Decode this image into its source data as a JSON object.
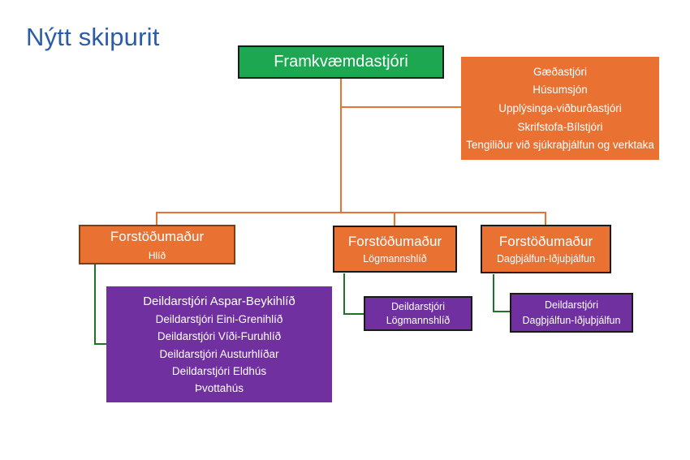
{
  "slide": {
    "title": "Nýtt skipurit"
  },
  "colors": {
    "title_text": "#2B5CA5",
    "box_green": "#1CA750",
    "box_orange": "#E97132",
    "box_purple": "#7030A0",
    "connector_orange": "#E97132",
    "connector_green": "#1E7328",
    "border_black": "#1A1A1A",
    "border_dark_orange": "#843C0C",
    "text_white": "#FFFFFF"
  },
  "org": {
    "ceo": {
      "label": "Framkvæmdastjóri"
    },
    "staff": {
      "items": [
        "Gæðastjóri",
        "Húsumsjón",
        "Upplýsinga-viðburðastjóri",
        "Skrifstofa-Bílstjóri",
        "Tengiliður við sjúkraþjálfun og verktaka"
      ]
    },
    "directors": [
      {
        "title": "Forstöðumaður",
        "unit": "Hlíð"
      },
      {
        "title": "Forstöðumaður",
        "unit": "Lögmannshlíð"
      },
      {
        "title": "Forstöðumaður",
        "unit": "Dagþjálfun-Iðjuþjálfun"
      }
    ],
    "departments": [
      {
        "lines": [
          "Deildarstjóri Aspar-Beykihlíð",
          "Deildarstjóri Eini-Grenihlíð",
          "Deildarstjóri Víði-Furuhlíð",
          "Deildarstjóri Austurhlíðar",
          "Deildarstjóri Eldhús",
          "Þvottahús"
        ]
      },
      {
        "lines": [
          "Deildarstjóri",
          "Lögmannshlíð"
        ]
      },
      {
        "lines": [
          "Deildarstjóri",
          "Dagþjálfun-Iðjuþjálfun"
        ]
      }
    ]
  }
}
